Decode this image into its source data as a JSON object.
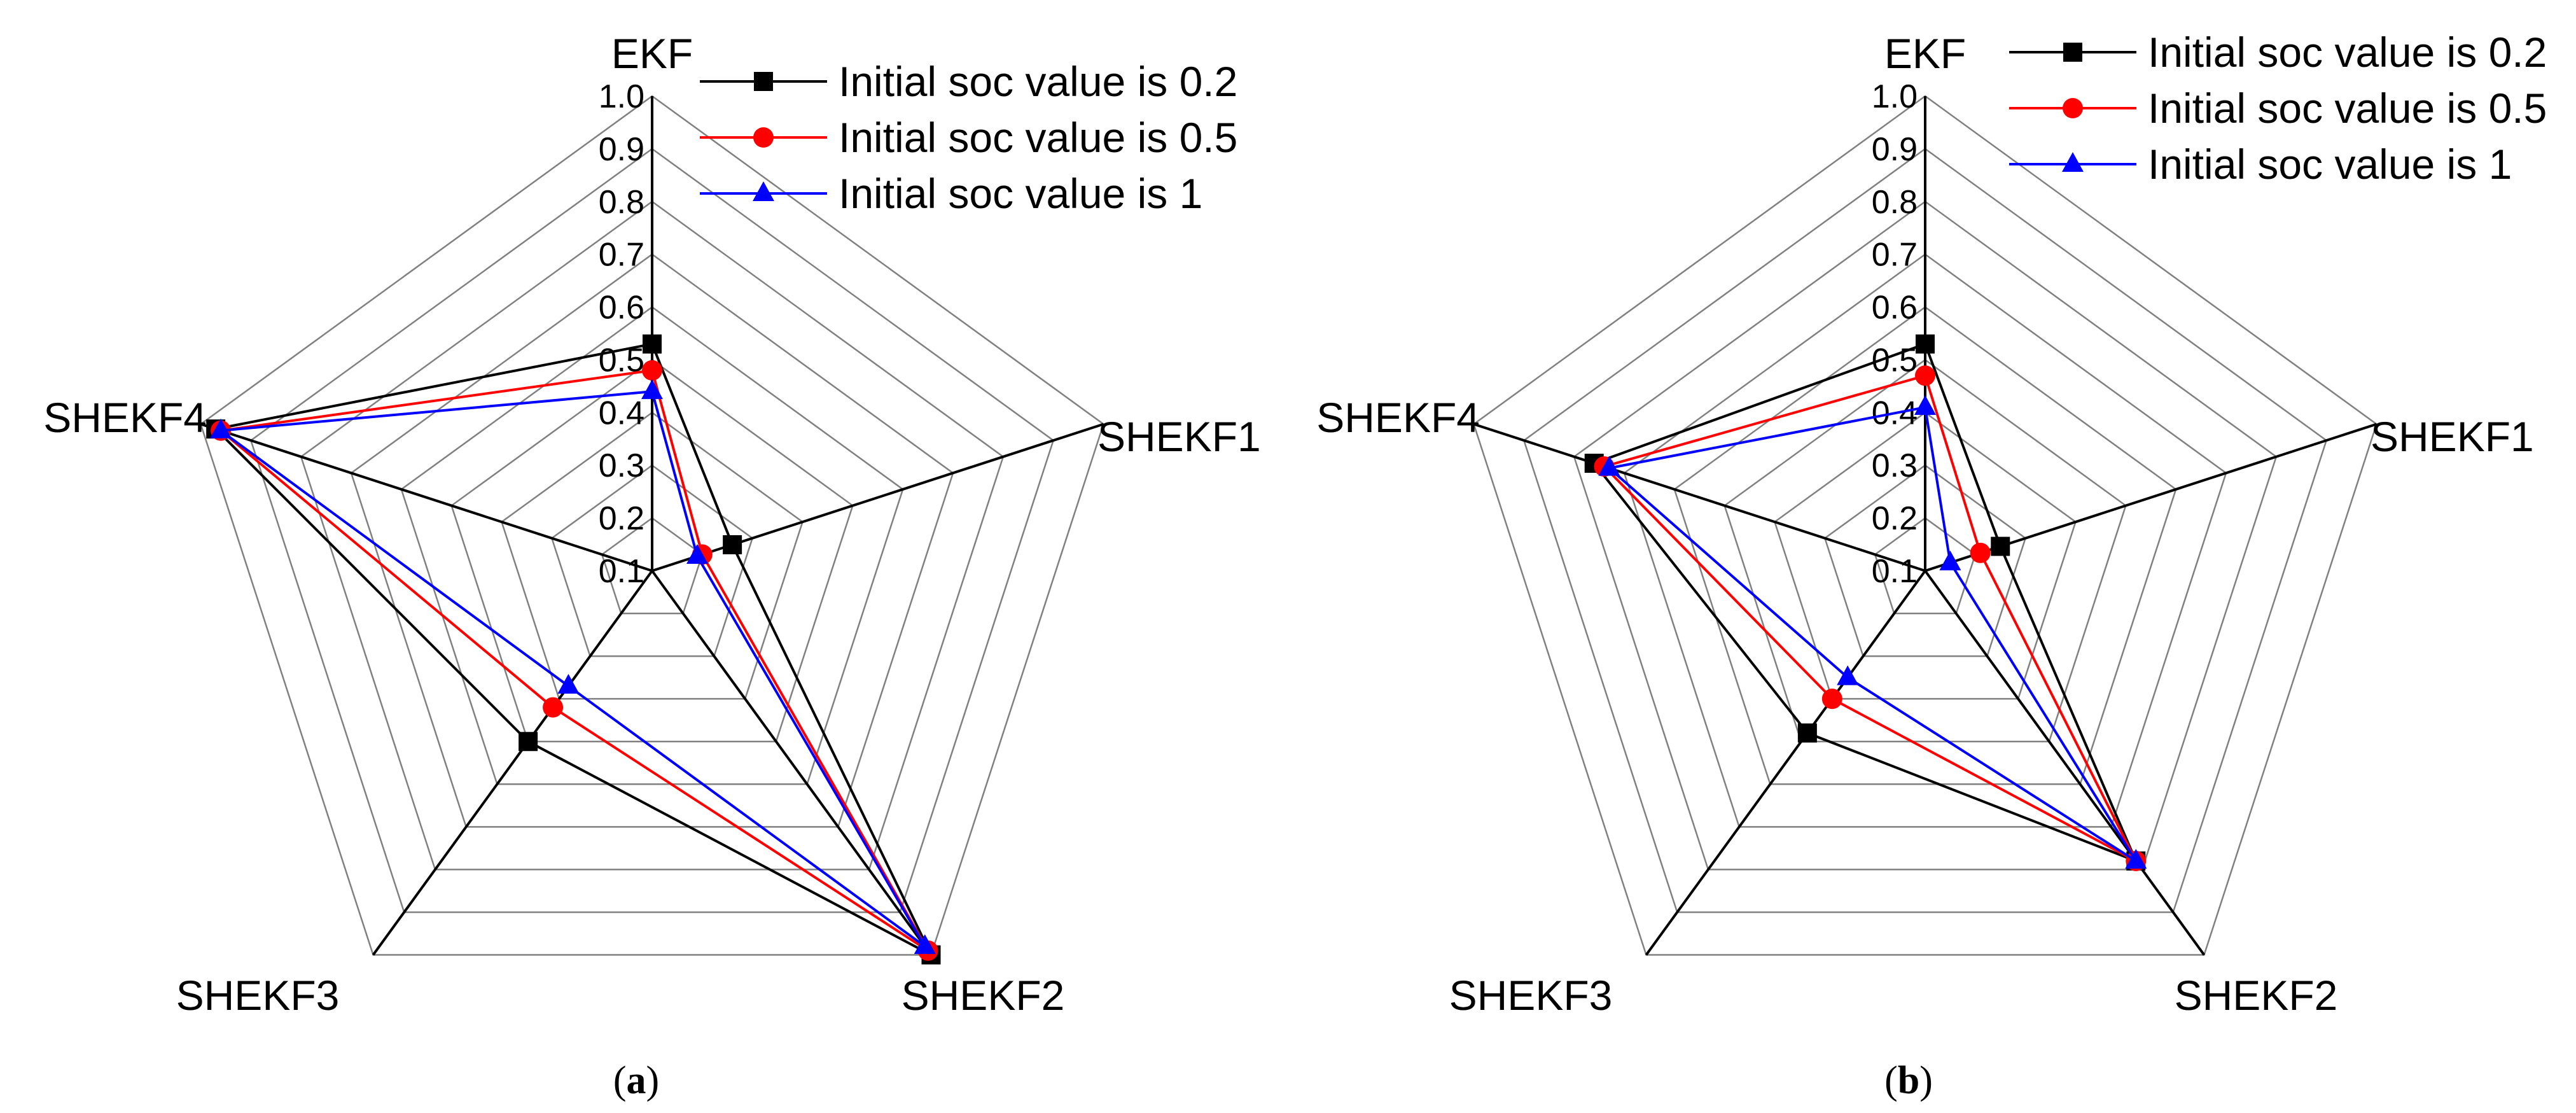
{
  "colors": {
    "grid": "#808080",
    "spoke": "#000000",
    "highlight_label": "#ff0000",
    "series": [
      "#000000",
      "#ff0000",
      "#0000ff"
    ]
  },
  "series_markers": [
    "square-marker",
    "circle-marker",
    "triangle-marker"
  ],
  "chart_data": [
    {
      "type": "radar",
      "caption": {
        "open": "(",
        "letter": "a",
        "close": ")"
      },
      "axes": [
        "EKF",
        "SHEKF1",
        "SHEKF2",
        "SHEKF3",
        "SHEKF4"
      ],
      "highlighted_axis": "SHEKF1",
      "ticks": [
        "0.1",
        "0.2",
        "0.3",
        "0.4",
        "0.5",
        "0.6",
        "0.7",
        "0.8",
        "0.9",
        "1.0"
      ],
      "range": [
        0.1,
        1.0
      ],
      "grid": true,
      "legend_position": "top-right",
      "series": [
        {
          "name": "Initial soc value is 0.2",
          "values": [
            0.53,
            0.26,
            1.0,
            0.5,
            0.97
          ]
        },
        {
          "name": "Initial soc value is 0.5",
          "values": [
            0.48,
            0.2,
            0.99,
            0.42,
            0.96
          ]
        },
        {
          "name": "Initial soc value is 1",
          "values": [
            0.44,
            0.19,
            0.98,
            0.37,
            0.96
          ]
        }
      ]
    },
    {
      "type": "radar",
      "caption": {
        "open": "(",
        "letter": "b",
        "close": ")"
      },
      "axes": [
        "EKF",
        "SHEKF1",
        "SHEKF2",
        "SHEKF3",
        "SHEKF4"
      ],
      "highlighted_axis": "SHEKF1",
      "ticks": [
        "0.1",
        "0.2",
        "0.3",
        "0.4",
        "0.5",
        "0.6",
        "0.7",
        "0.8",
        "0.9",
        "1.0"
      ],
      "range": [
        0.1,
        1.0
      ],
      "grid": true,
      "legend_position": "top-right",
      "series": [
        {
          "name": "Initial soc value is 0.2",
          "values": [
            0.53,
            0.25,
            0.78,
            0.48,
            0.76
          ]
        },
        {
          "name": "Initial soc value is 0.5",
          "values": [
            0.47,
            0.21,
            0.78,
            0.4,
            0.74
          ]
        },
        {
          "name": "Initial soc value is 1",
          "values": [
            0.41,
            0.15,
            0.78,
            0.35,
            0.73
          ]
        }
      ]
    }
  ]
}
